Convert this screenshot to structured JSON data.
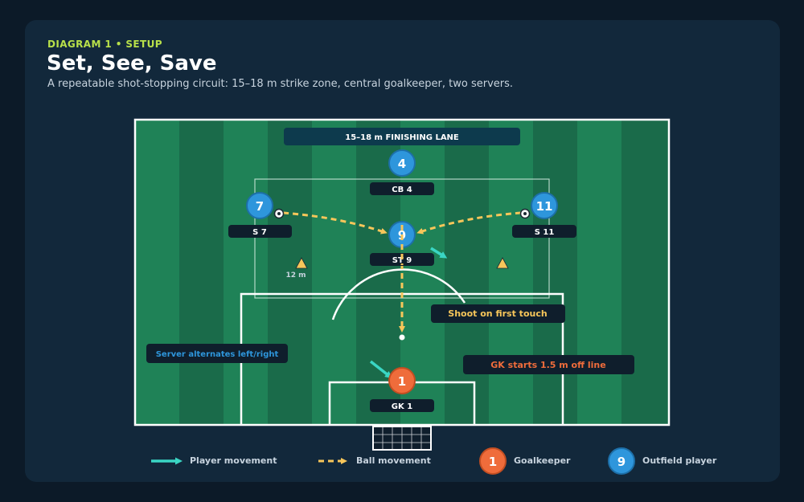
{
  "header": {
    "eyebrow": "DIAGRAM 1 • SETUP",
    "title": "Set, See, Save",
    "subtitle": "A repeatable shot-stopping circuit: 15–18 m strike zone, central goalkeeper, two servers."
  },
  "zone_label": "15–18 m FINISHING LANE",
  "players": [
    {
      "number": "4",
      "label": "CB 4",
      "role": "outfield"
    },
    {
      "number": "7",
      "label": "S 7",
      "role": "outfield"
    },
    {
      "number": "11",
      "label": "S 11",
      "role": "outfield"
    },
    {
      "number": "9",
      "label": "ST 9",
      "role": "outfield"
    },
    {
      "number": "1",
      "label": "GK 1",
      "role": "goalkeeper"
    }
  ],
  "distance_label": "12 m",
  "callouts": {
    "shoot": "Shoot on first touch",
    "server": "Server alternates left/right",
    "gk": "GK starts 1.5 m off line"
  },
  "legend": {
    "player_movement": "Player movement",
    "ball_movement": "Ball movement",
    "goalkeeper": "Goalkeeper",
    "goalkeeper_number": "1",
    "outfield": "Outfield player",
    "outfield_number": "9"
  },
  "colors": {
    "pitch_dark": "#1a6b4a",
    "pitch_light": "#1f8257",
    "outfield": "#2e96dc",
    "goalkeeper": "#ef6c3b",
    "ball_path": "#f7c65a",
    "player_path": "#3ad6c4",
    "label_bg": "#0f1e2c",
    "zone_bg": "#0d3a4d"
  }
}
